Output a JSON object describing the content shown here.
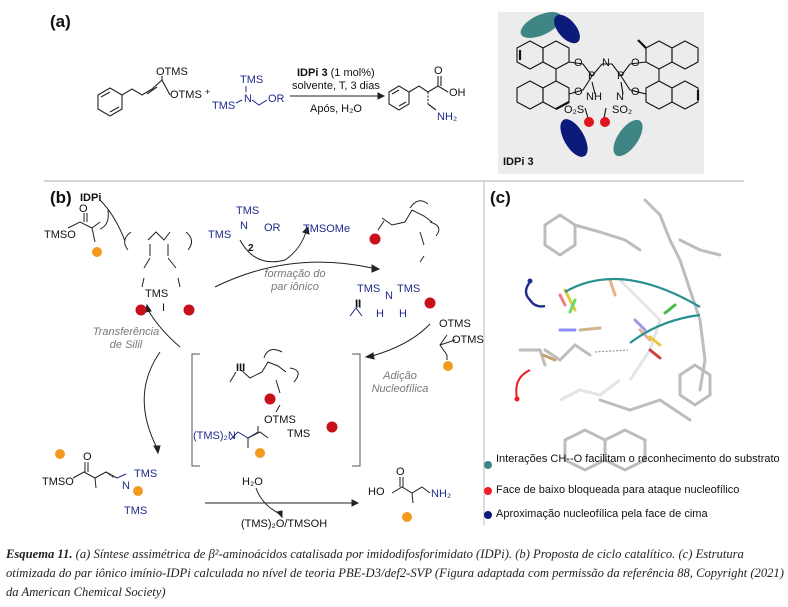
{
  "panels": {
    "a": {
      "label": "(a)",
      "reactant1": {
        "otms_top": "OTMS",
        "otms_bottom": "OTMS"
      },
      "plus": "+",
      "reactant2": {
        "tms_top": "TMS",
        "tms_left": "TMS",
        "n": "N",
        "or": "OR"
      },
      "conditions": {
        "catalyst": "IDPi 3",
        "loading": "(1 mol%)",
        "line2": "solvente, T, 3 dias",
        "below": "Após, H₂O"
      },
      "product": {
        "o": "O",
        "oh": "OH",
        "nh2": "NH₂"
      },
      "catalyst_box": {
        "label": "IDPi 3",
        "atoms": {
          "o1": "O",
          "o2": "O",
          "o3": "O",
          "o4": "O",
          "p1": "P",
          "p2": "P",
          "n": "N",
          "nh": "NH",
          "n2": "N",
          "so2_left": "O₂S",
          "so2_right": "SO₂"
        },
        "colors": {
          "teal": "#3f8585",
          "navy": "#0c1a7a",
          "red": "#e0141c",
          "box_bg": "#ececec"
        }
      }
    },
    "b": {
      "label": "(b)",
      "idpi_label": "IDPi",
      "ester": {
        "o": "O",
        "tmso": "TMSO"
      },
      "intermediate_I": {
        "label": "I",
        "tms": "TMS"
      },
      "reagent2": {
        "tms_top": "TMS",
        "tms_left": "TMS",
        "n": "N",
        "or": "OR",
        "number": "2"
      },
      "byproduct": "TMSOMe",
      "step_ion_pair": [
        "formação do",
        "par iônico"
      ],
      "intermediate_II": {
        "label": "II",
        "iminium": "TMS",
        "iminium_right": "TMS",
        "n": "N",
        "h1": "H",
        "h2": "H"
      },
      "ketene_acetal": {
        "otms_top": "OTMS",
        "otms_bottom": "OTMS"
      },
      "step_addition": [
        "Adição",
        "Nucleofílica"
      ],
      "intermediate_III": {
        "label": "III",
        "amine": "(TMS)₂N",
        "otms": "OTMS",
        "tms": "TMS"
      },
      "step_silyl": [
        "Transferência",
        "de Silil"
      ],
      "silyl_ester": {
        "tmso": "TMSO",
        "o": "O",
        "n": "N",
        "tms1": "TMS",
        "tms2": "TMS"
      },
      "water": "H₂O",
      "byproduct2": "(TMS)₂O/TMSOH",
      "final_product": {
        "ho": "HO",
        "o": "O",
        "nh2": "NH₂"
      },
      "colors": {
        "orange": "#f39a1e",
        "red": "#c8101a",
        "blue": "#1f2a8a"
      }
    },
    "c": {
      "label": "(c)",
      "legend": [
        {
          "color": "#3f8585",
          "text": "Interações CH--O facilitam o reconhecimento do substrato"
        },
        {
          "color": "#ee1c24",
          "text": "Face de baixo bloqueada para ataque nucleofílico"
        },
        {
          "color": "#0c1a7a",
          "text": "Aproximação nucleofílica pela face de cima"
        }
      ]
    }
  },
  "caption": {
    "bold": "Esquema 11.",
    "text": " (a) Síntese assimétrica de β²-aminoácidos catalisada por imidodifosforimidato (IDPi). (b) Proposta de ciclo catalítico. (c) Estrutura otimizada do par iônico imínio-IDPi calculada no nível de teoria PBE-D3/def2-SVP (Figura adaptada com permissão da referência 88, Copyright (2021) da American Chemical Society)"
  }
}
